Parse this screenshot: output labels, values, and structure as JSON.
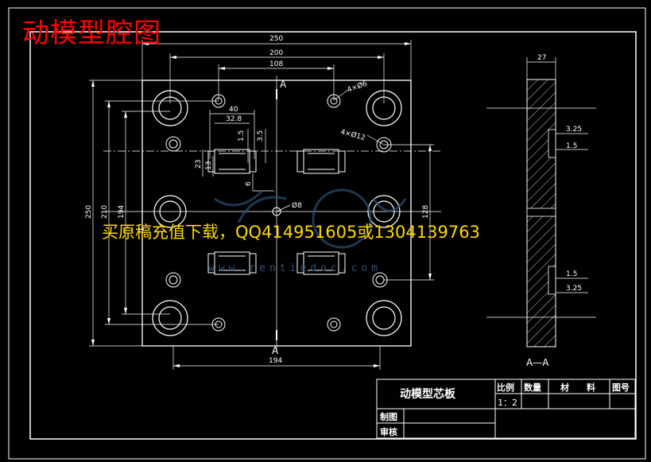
{
  "page_title": "动模型腔图",
  "watermark": {
    "text": "买原稿充值下载，QQ414951605或1304139763",
    "url": "www.rentiedoc.com"
  },
  "dimensions": {
    "top_250": "250",
    "top_200": "200",
    "top_108": "108",
    "d40": "40",
    "d32_8": "32.8",
    "d1_5": "1.5",
    "d3_5": "3.5",
    "d23": "23",
    "d13": "13",
    "d6": "6",
    "holes_4x6": "4×Ø6",
    "holes_4x12": "4×Ø12",
    "dia_8": "Ø8",
    "left_250": "250",
    "left_210": "210",
    "left_194": "194",
    "right_128": "128",
    "bottom_194": "194",
    "section_A_top": "A",
    "section_A_bottom": "A",
    "side_27": "27",
    "side_3_25_top": "3.25",
    "side_1_5_top": "1.5",
    "side_1_5_bot": "1.5",
    "side_3_25_bot": "3.25",
    "section_label": "A—A"
  },
  "title_block": {
    "name": "动模型芯板",
    "scale_label": "比例",
    "scale_value": "1：2",
    "qty_label": "数量",
    "material_label": "材　　料",
    "drawing_no_label": "图号",
    "drawn_by_label": "制图",
    "checked_by_label": "审核"
  }
}
